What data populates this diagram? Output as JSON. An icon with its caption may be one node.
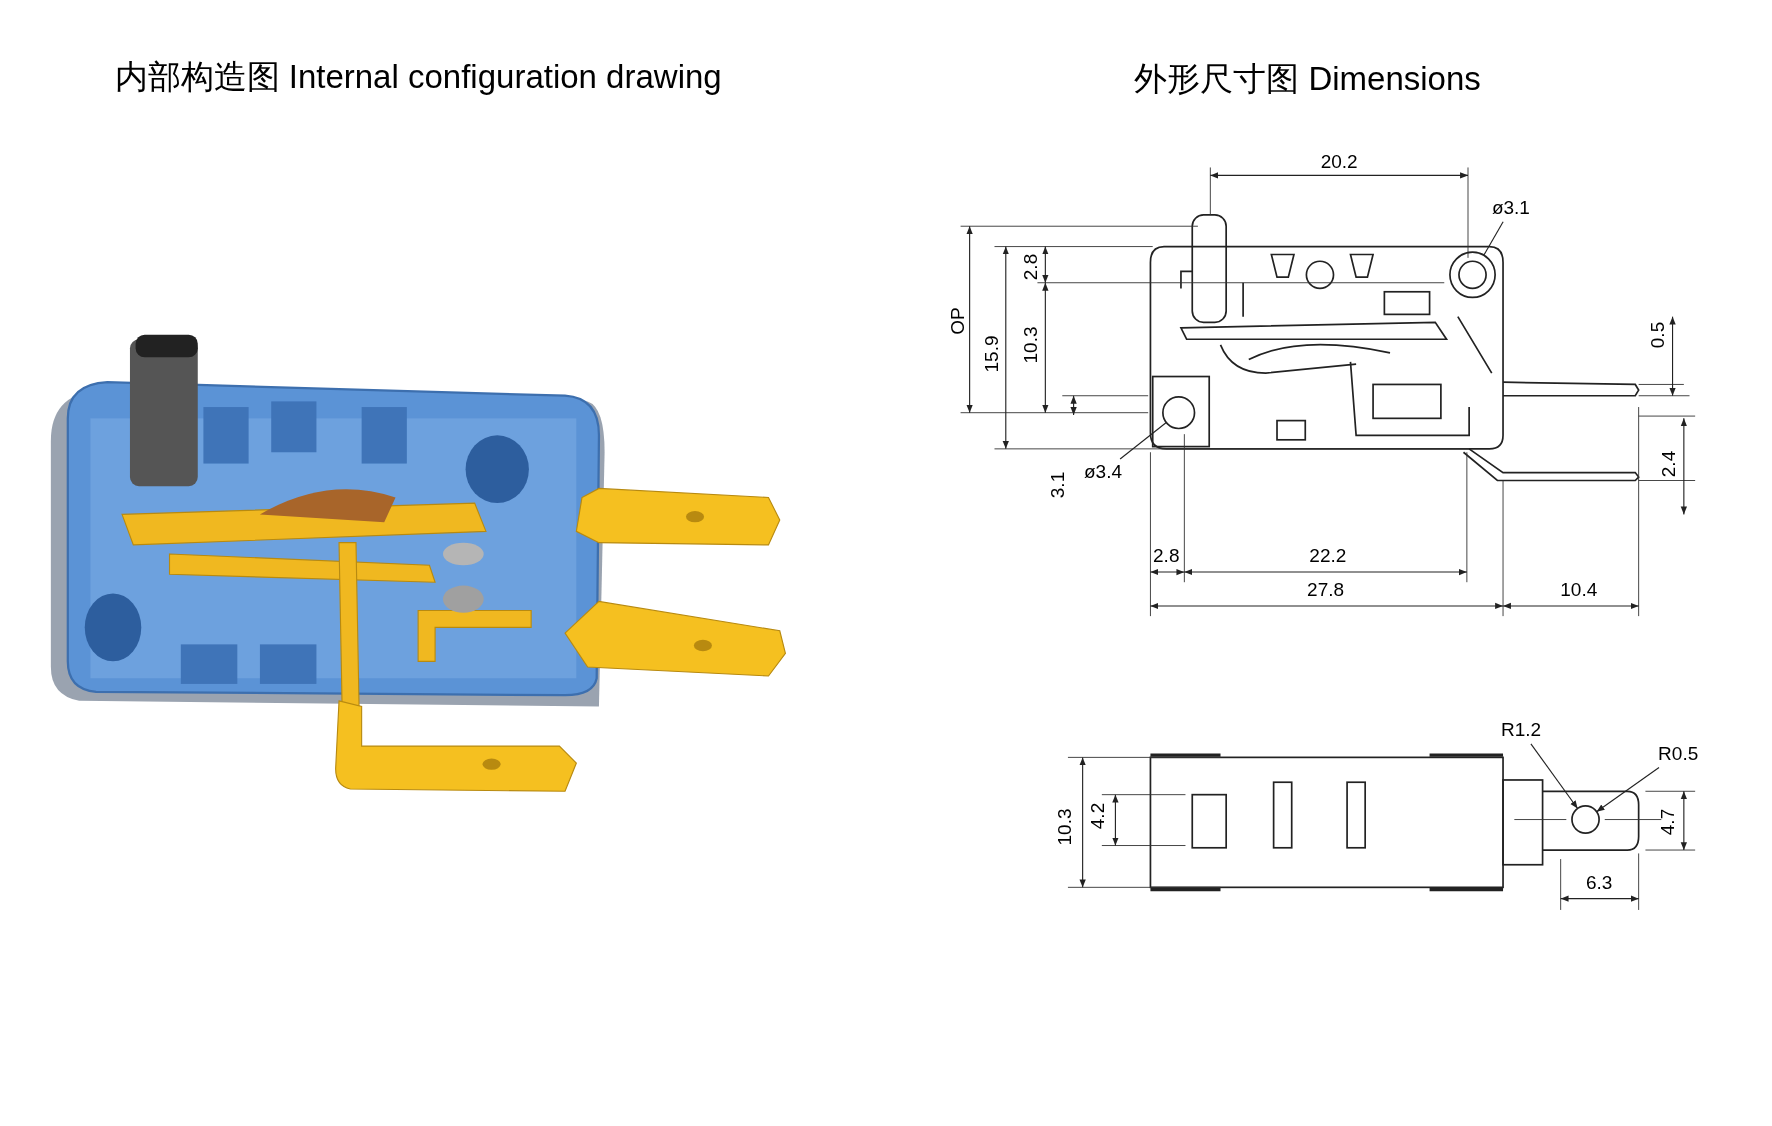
{
  "diagram": {
    "nodes": [
      {
        "text": [
          "ø3.1"
        ]
      },
      {
        "text": [
          "ø3.4"
        ]
      },
      {
        "text": [
          "R1.2"
        ]
      },
      {
        "text": [
          "R0.5"
        ]
      },
      {
        "text": [],
        "shape": "circle"
      },
      {
        "text": [],
        "shape": "circle"
      },
      {
        "text": [],
        "shape": "circle"
      }
    ],
    "edges": [
      {
        "from": 0,
        "to": 4,
        "arrow": "none"
      },
      {
        "from": 1,
        "to": 5,
        "arrow": "none"
      },
      {
        "from": 2,
        "to": 6,
        "arrow": "to"
      },
      {
        "from": 3,
        "to": 6,
        "arrow": "to"
      }
    ],
    "labels": [
      "内部构造图 Internal configuration drawing",
      "外形尺寸图 Dimensions",
      "20.2",
      "OP",
      "15.9",
      "10.3",
      "2.8",
      "0.5",
      "3.1",
      "2.4",
      "2.8",
      "22.2",
      "27.8",
      "10.4",
      "10.3",
      "4.2",
      "4.7",
      "6.3"
    ]
  }
}
